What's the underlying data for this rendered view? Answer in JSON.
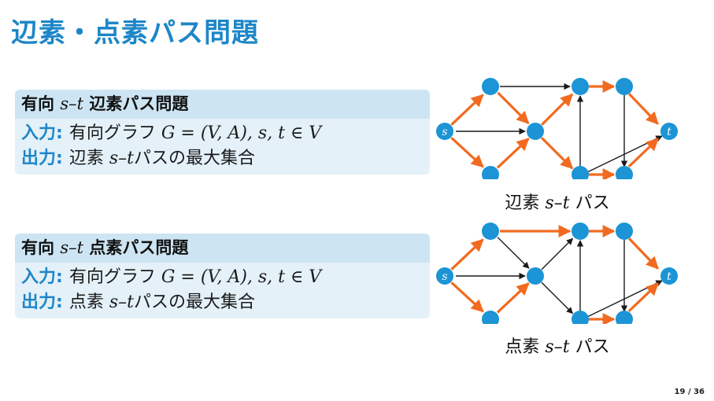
{
  "slide": {
    "title": "辺素・点素パス問題",
    "page": "19 / 36"
  },
  "edge_problem": {
    "title_pre": "有向",
    "title_math": "s–t",
    "title_post": "辺素パス問題",
    "input_label": "入力:",
    "input_text": "有向グラフ",
    "input_math": "G = (V, A), s, t ∈ V",
    "output_label": "出力:",
    "output_pre": "辺素",
    "output_math": "s–t",
    "output_post": "パスの最大集合"
  },
  "vertex_problem": {
    "title_pre": "有向",
    "title_math": "s–t",
    "title_post": "点素パス問題",
    "input_label": "入力:",
    "input_text": "有向グラフ",
    "input_math": "G = (V, A), s, t ∈ V",
    "output_label": "出力:",
    "output_pre": "点素",
    "output_math": "s–t",
    "output_post": "パスの最大集合"
  },
  "figures": {
    "edge_caption_pre": "辺素",
    "edge_caption_math": "s–t",
    "edge_caption_post": "パス",
    "vertex_caption_pre": "点素",
    "vertex_caption_math": "s–t",
    "vertex_caption_post": "パス",
    "source_label": "s",
    "sink_label": "t"
  },
  "colors": {
    "accent": "#1d86c8",
    "node": "#1c94d6",
    "path": "#f26a1f",
    "edge": "#1a1a1a"
  }
}
